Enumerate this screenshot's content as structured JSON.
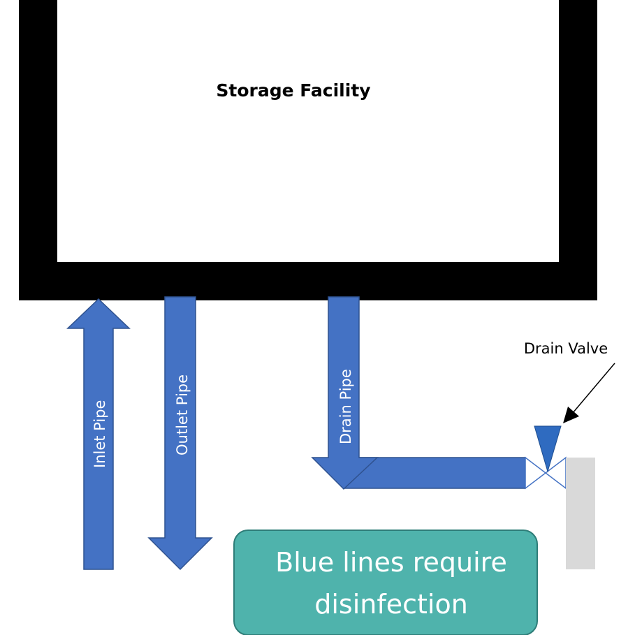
{
  "facility": {
    "label": "Storage Facility"
  },
  "pipes": {
    "inlet": "Inlet Pipe",
    "outlet": "Outlet Pipe",
    "drain": "Drain Pipe"
  },
  "valve": {
    "label": "Drain Valve"
  },
  "note": {
    "line1": "Blue lines require",
    "line2": "disinfection"
  },
  "colors": {
    "pipe": "#4472C4",
    "wall": "#000000",
    "note_fill": "#4FB3AC",
    "note_border": "#2E7D78",
    "post": "#D9D9D9"
  }
}
